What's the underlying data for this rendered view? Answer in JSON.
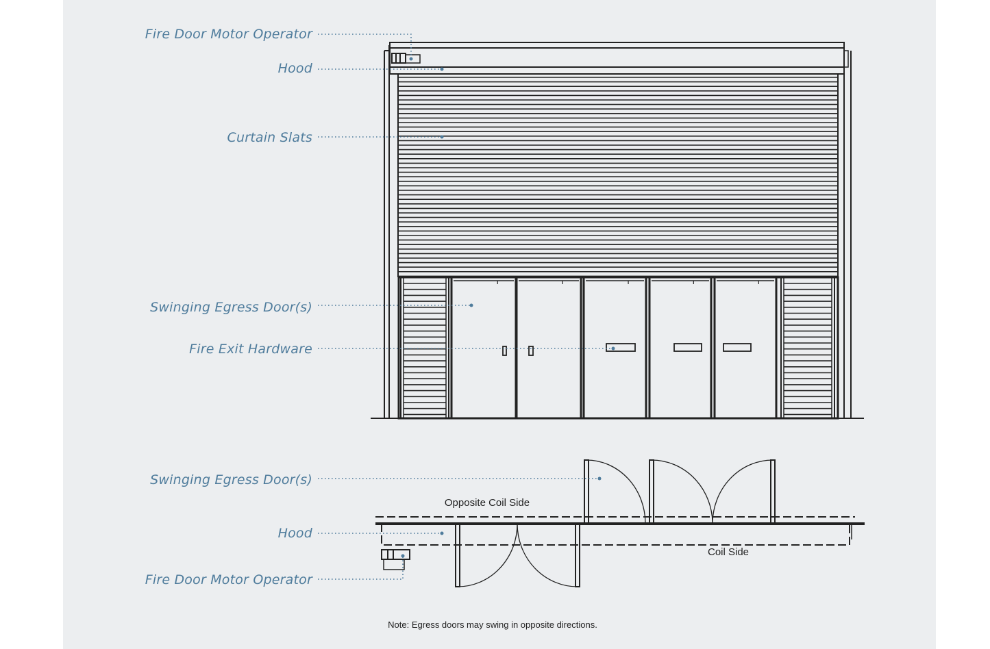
{
  "elevation_labels": {
    "motor": "Fire Door Motor Operator",
    "hood": "Hood",
    "slats": "Curtain Slats",
    "egress": "Swinging Egress Door(s)",
    "hardware": "Fire Exit Hardware"
  },
  "plan_labels": {
    "egress": "Swinging Egress Door(s)",
    "hood": "Hood",
    "motor": "Fire Door Motor Operator",
    "opposite_coil_side": "Opposite Coil Side",
    "coil_side": "Coil Side"
  },
  "note": "Note: Egress doors may swing in opposite directions.",
  "colors": {
    "label": "#4f7c9c",
    "background": "#eceef0",
    "line": "#222222"
  }
}
